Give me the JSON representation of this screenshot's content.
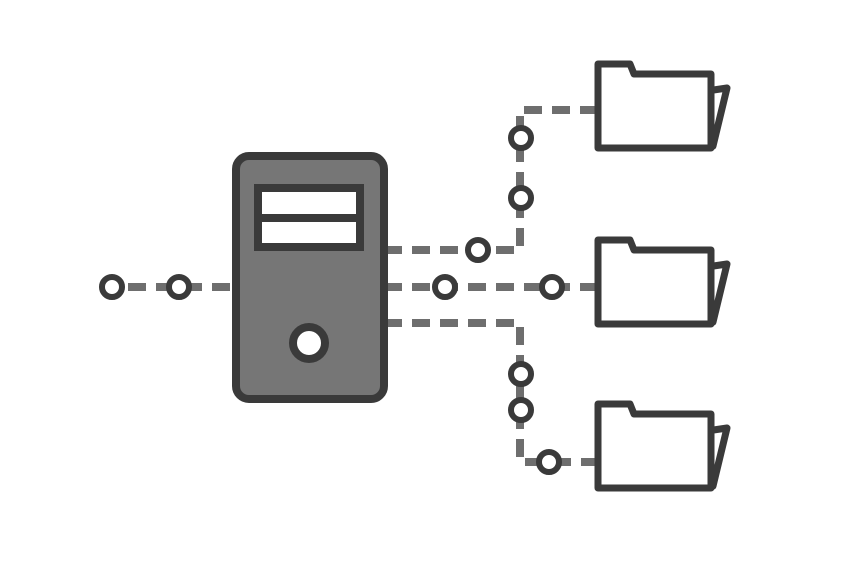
{
  "diagram": {
    "kind": "server-to-folders network",
    "colors": {
      "outline": "#3a3a3a",
      "server_fill": "#767676",
      "connector": "#6e6e6e",
      "folder_fill": "#ffffff",
      "background": "#ffffff"
    },
    "icons": [
      "server-icon",
      "folder-icon",
      "folder-icon",
      "folder-icon"
    ],
    "connections": [
      {
        "from": "input",
        "to": "server-icon",
        "nodes": 2
      },
      {
        "from": "server-icon",
        "to": "folder-icon-top",
        "nodes": 3
      },
      {
        "from": "server-icon",
        "to": "folder-icon-middle",
        "nodes": 2
      },
      {
        "from": "server-icon",
        "to": "folder-icon-bottom",
        "nodes": 3
      }
    ]
  }
}
